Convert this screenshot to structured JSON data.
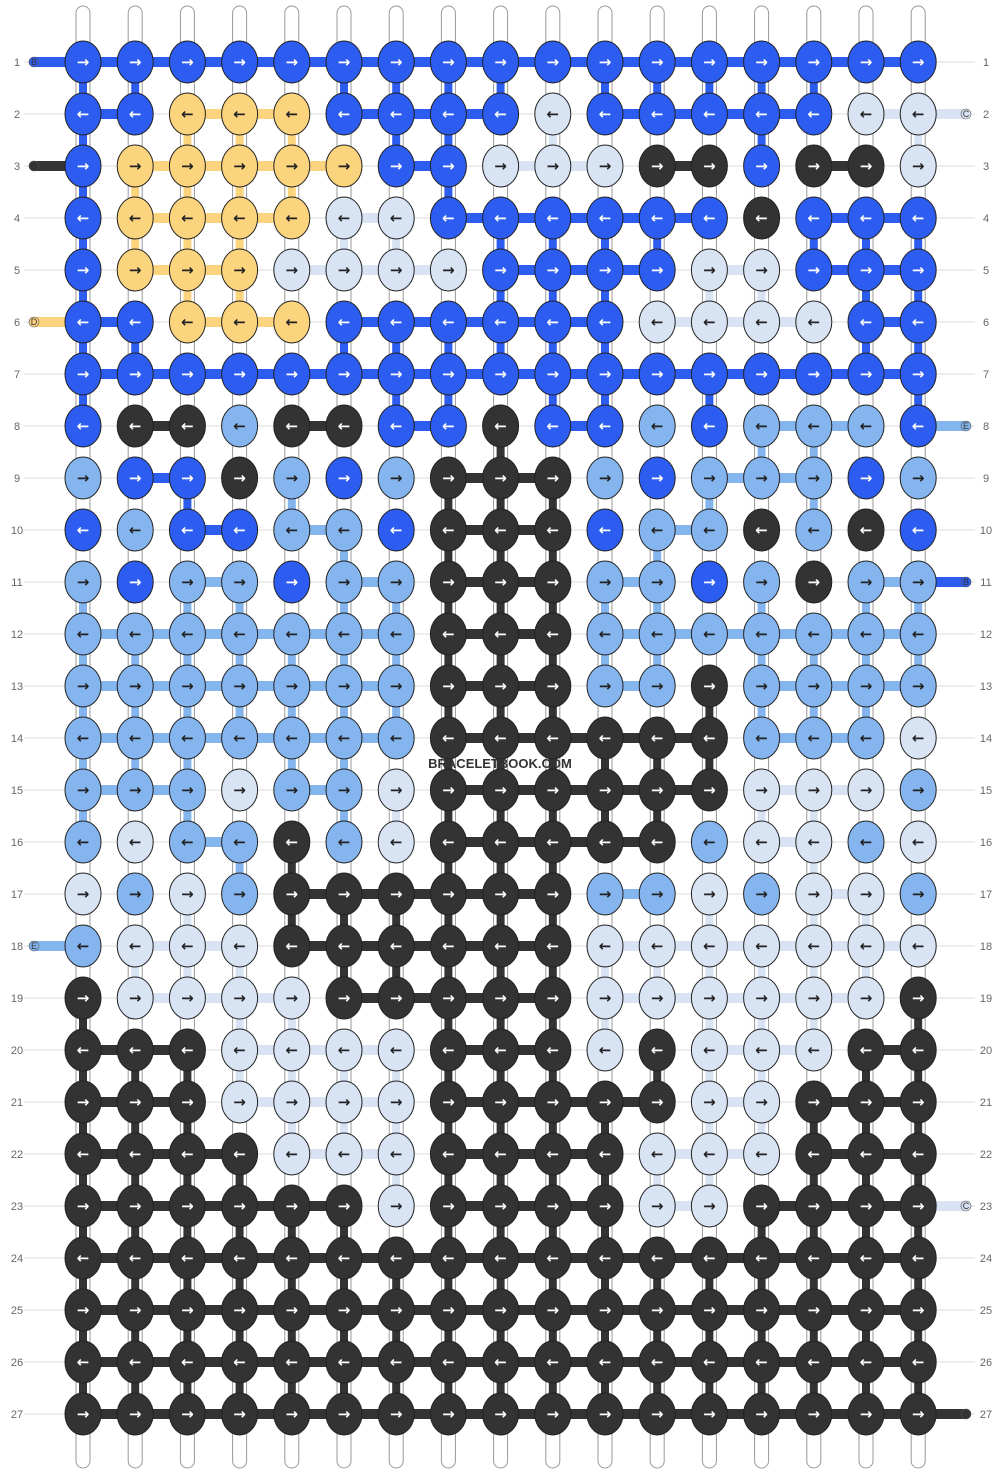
{
  "site": {
    "watermark": "BRACELETBOOK.COM"
  },
  "colors": {
    "A": "#333333",
    "B": "#2d5cf0",
    "C": "#d8e3f4",
    "D": "#fdd47e",
    "E": "#85b5ee"
  },
  "rows": [
    "1",
    "2",
    "3",
    "4",
    "5",
    "6",
    "7",
    "8",
    "9",
    "10",
    "11",
    "12",
    "13",
    "14",
    "15",
    "16",
    "17",
    "18",
    "19",
    "20",
    "21",
    "22",
    "23",
    "24",
    "25",
    "26",
    "27"
  ],
  "left_strings": [
    {
      "row": 1,
      "label": "B"
    },
    {
      "row": 3,
      "label": "A"
    },
    {
      "row": 6,
      "label": "D"
    },
    {
      "row": 18,
      "label": "E"
    }
  ],
  "right_strings": [
    {
      "row": 2,
      "label": "C"
    },
    {
      "row": 8,
      "label": "E"
    },
    {
      "row": 11,
      "label": "B"
    },
    {
      "row": 23,
      "label": "C"
    },
    {
      "row": 27,
      "label": "A"
    }
  ],
  "knot_colors": [
    "BBBBBBBBBBBBBBBBB",
    "BBDDDBBBBCBBBBBCC",
    "BDDDDDBBCCCAABAAC",
    "BDDDDCCBBBBBBABBB",
    "BDDDCCCCBBBBCCBBB",
    "BBDDDBBBBBBCCCCBB",
    "BBBBBBBBBBBBBBBBB",
    "BAAEAABBABBEBEEEB",
    "EBBAEBEAAAEBEEEBE",
    "BEBBEEBAAABEEAEAB",
    "EBEEBEEAAAEEBEAEE",
    "EEEEEEEAAAEEEEEEE",
    "EEEEEEEAAAEEAEEEE",
    "EEEEEEEAAAAAAEEEC",
    "EEECEECAAAAAACCCE",
    "ECEEAECAAAAAECCEC",
    "CECEAAAAAAEECECCE",
    "ECCCAAAAAACCCCCCC",
    "ACCCCAAAAACCCCCCA",
    "AAACCCCAAACACCCAA",
    "AAACCCCAAAAACCAAA",
    "AAAACCCAAAACCCAAA",
    "AAAAAACAAAACCAAAA",
    "AAAAAAAAAAAAAAAAA",
    "AAAAAAAAAAAAAAAAA",
    "AAAAAAAAAAAAAAAAA",
    "AAAAAAAAAAAAAAAAA"
  ]
}
